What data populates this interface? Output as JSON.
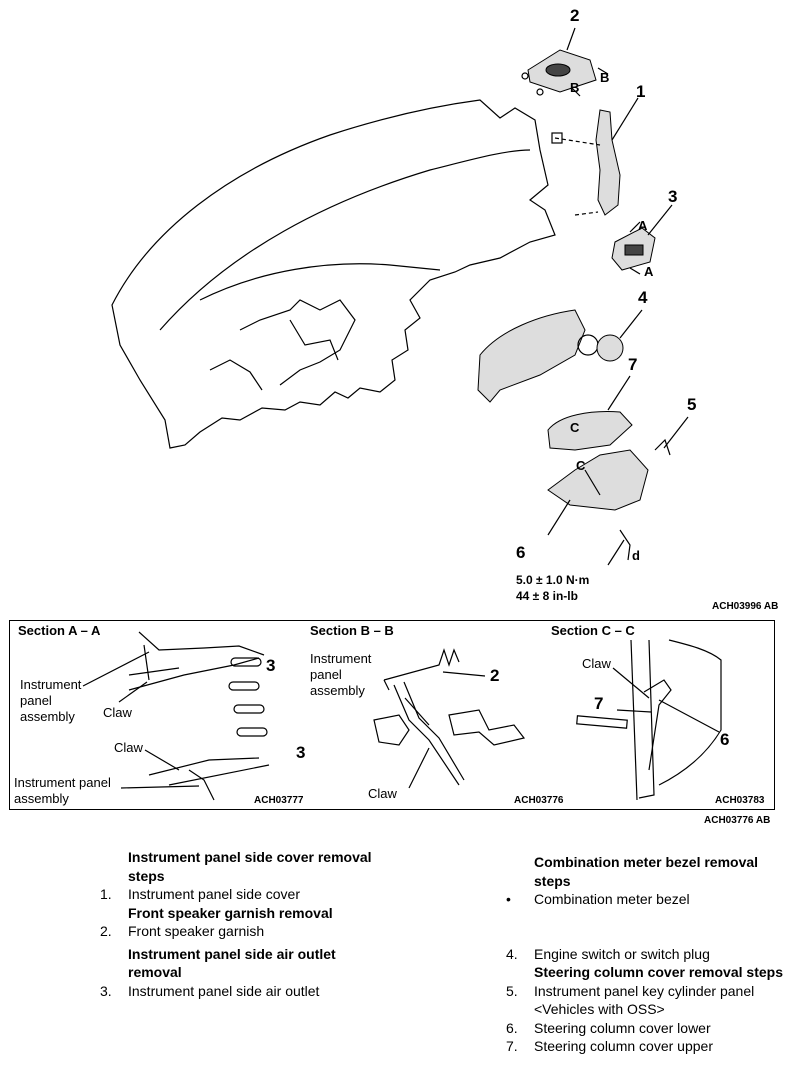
{
  "callouts": {
    "c1": "1",
    "c2": "2",
    "c3": "3",
    "c4": "4",
    "c5": "5",
    "c6": "6",
    "c7": "7",
    "arrow_b1": "B",
    "arrow_b2": "B",
    "arrow_a1": "A",
    "arrow_a2": "A",
    "arrow_c1": "C",
    "arrow_c2": "C",
    "bolt_d": "d"
  },
  "torque": {
    "line1": "5.0 ± 1.0 N·m",
    "line2": "44 ± 8 in-lb"
  },
  "main_code": "ACH03996 AB",
  "sections": {
    "a": {
      "title": "Section A – A",
      "label_assembly_1": "Instrument panel assembly",
      "label_claw_1": "Claw",
      "label_claw_2": "Claw",
      "label_assembly_2": "Instrument panel assembly",
      "callout_top": "3",
      "callout_bottom": "3",
      "code": "ACH03777"
    },
    "b": {
      "title": "Section B – B",
      "label_assembly": "Instrument panel assembly",
      "label_claw": "Claw",
      "callout": "2",
      "code": "ACH03776"
    },
    "c": {
      "title": "Section C – C",
      "label_claw": "Claw",
      "callout_7": "7",
      "callout_6": "6",
      "code": "ACH03783"
    }
  },
  "section_code": "ACH03776 AB",
  "steps_left": {
    "head1": "Instrument panel side cover removal steps",
    "item1_num": "1.",
    "item1_text": "Instrument panel side cover",
    "head2": "Front speaker garnish removal",
    "item2_num": "2.",
    "item2_text": "Front speaker garnish",
    "head3": "Instrument panel side air outlet removal",
    "item3_num": "3.",
    "item3_text": "Instrument panel side air outlet"
  },
  "steps_right": {
    "head1": "Combination meter bezel removal steps",
    "bullet_text": "Combination meter bezel",
    "item4_num": "4.",
    "item4_text": "Engine switch or switch plug",
    "head2": "Steering column cover removal steps",
    "item5_num": "5.",
    "item5_text": "Instrument panel key cylinder panel <Vehicles with OSS>",
    "item6_num": "6.",
    "item6_text": "Steering column cover lower",
    "item7_num": "7.",
    "item7_text": "Steering column cover upper"
  }
}
